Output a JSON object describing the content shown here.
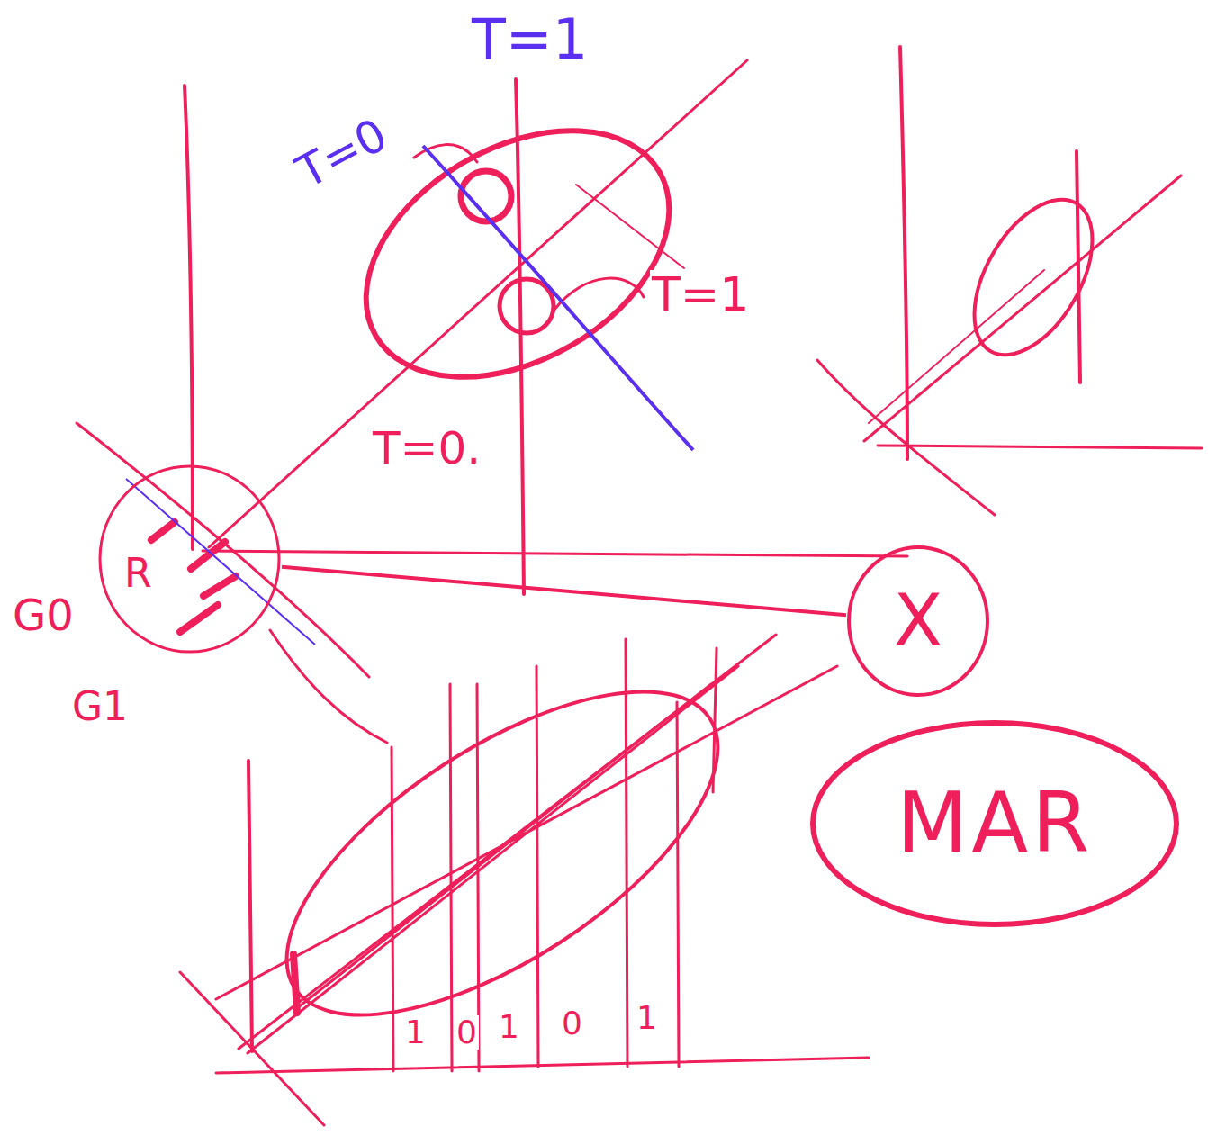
{
  "diagram": {
    "nodes": [
      {
        "text": [
          "R"
        ]
      },
      {
        "text": [
          "X"
        ]
      },
      {
        "text": [
          "MAR"
        ]
      }
    ],
    "edges": [
      {
        "from": 0,
        "to": 1,
        "arrow": "none"
      }
    ],
    "labels": [
      "T=1",
      "T=0",
      "T=1",
      "T=0.",
      "G0",
      "G1",
      "1",
      "0",
      "1",
      "0",
      "1"
    ]
  }
}
